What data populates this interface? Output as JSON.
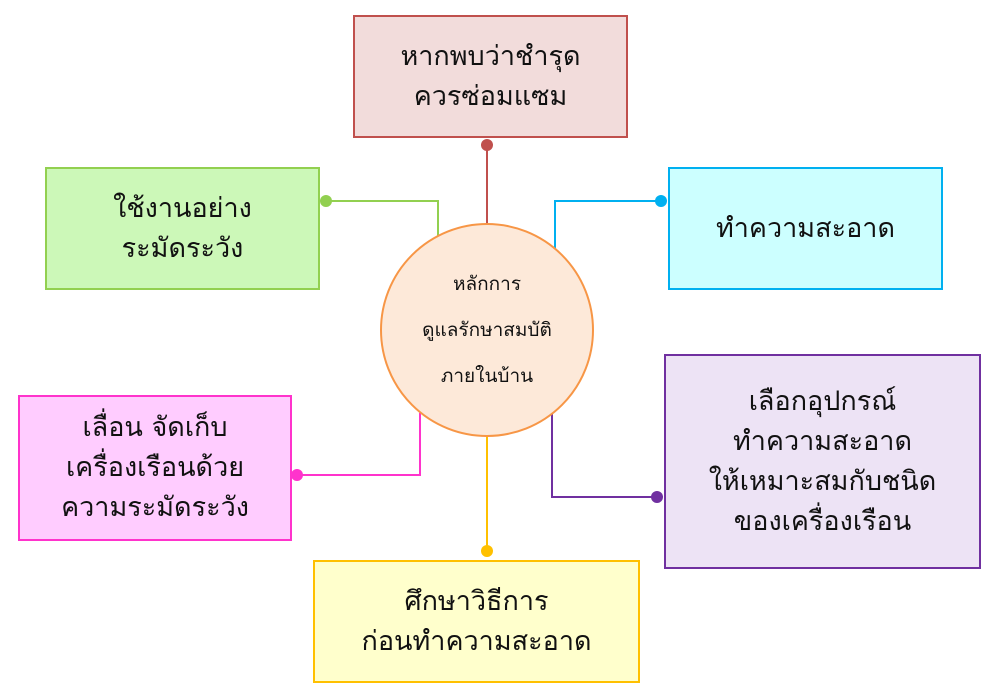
{
  "center": {
    "lines": [
      "หลักการ",
      "ดูแลรักษาสมบัติ",
      "ภายในบ้าน"
    ],
    "fill": "#fde9d9",
    "border": "#f79646"
  },
  "nodes": {
    "top": {
      "lines": [
        "หากพบว่าชำรุด",
        "ควรซ่อมแซม"
      ],
      "fill": "#f2dcdb",
      "border": "#c0504d"
    },
    "left": {
      "lines": [
        "ใช้งานอย่าง",
        "ระมัดระวัง"
      ],
      "fill": "#ccf8b8",
      "border": "#92d050"
    },
    "right": {
      "lines": [
        "ทำความสะอาด"
      ],
      "fill": "#ccffff",
      "border": "#00b0f0"
    },
    "bottom_left": {
      "lines": [
        "เลื่อน จัดเก็บ",
        "เครื่องเรือนด้วย",
        "ความระมัดระวัง"
      ],
      "fill": "#ffccff",
      "border": "#ff33cc"
    },
    "bottom_right": {
      "lines": [
        "เลือกอุปกรณ์",
        "ทำความสะอาด",
        "ให้เหมาะสมกับชนิด",
        "ของเครื่องเรือน"
      ],
      "fill": "#ede3f5",
      "border": "#7030a0"
    },
    "bottom": {
      "lines": [
        "ศึกษาวิธีการ",
        "ก่อนทำความสะอาด"
      ],
      "fill": "#ffffcc",
      "border": "#ffc000"
    }
  }
}
